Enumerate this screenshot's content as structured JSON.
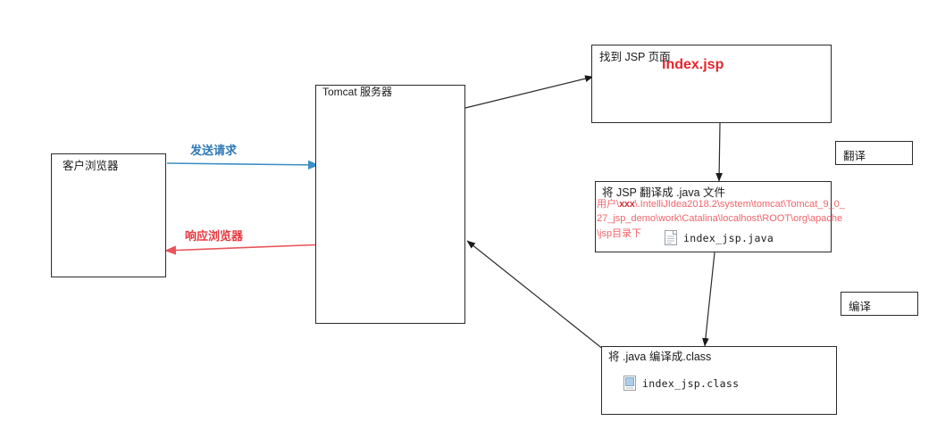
{
  "diagram": {
    "title": "JSP request handling flow",
    "colors": {
      "request_arrow": "#3d8fc4",
      "response_arrow": "#e8545a",
      "highlight_text": "#e8262d",
      "path_text": "#f2646a",
      "box_border": "#2b2b2b"
    },
    "nodes": {
      "client": {
        "label": "客户浏览器"
      },
      "tomcat": {
        "label": "Tomcat 服务器"
      },
      "step1": {
        "title": "找到 JSP 页面",
        "file": "index.jsp"
      },
      "step2": {
        "title": "将 JSP 翻译成   .java 文件",
        "path_line1_prefix": "用户\\",
        "path_line1_bold": "xxx",
        "path_line1_suffix": "\\.IntelliJIdea2018.2\\system\\tomcat\\Tomcat_9_0_",
        "path_line2": "27_jsp_demo\\work\\Catalina\\localhost\\ROOT\\org\\apache",
        "path_line3": "\\jsp目录下",
        "file": "index_jsp.java",
        "file_icon": "document-icon"
      },
      "step3": {
        "title": "将  .java 编译成.class",
        "file": "index_jsp.class",
        "file_icon": "class-file-icon"
      },
      "tag_translate": {
        "label": "翻译"
      },
      "tag_compile": {
        "label": "编译"
      }
    },
    "edges": {
      "request": {
        "label": "发送请求"
      },
      "response": {
        "label": "响应浏览器"
      }
    }
  }
}
